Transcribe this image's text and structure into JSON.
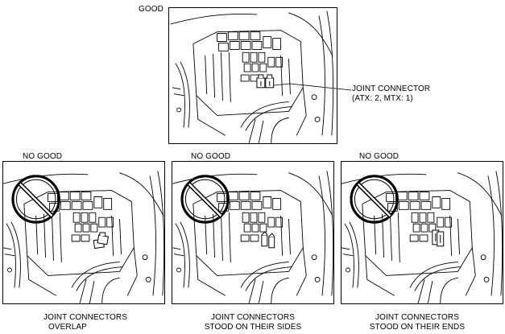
{
  "figure": {
    "top": {
      "status": "GOOD",
      "callout_line1": "JOINT CONNECTOR",
      "callout_line2": "(ATX: 2, MTX: 1)"
    },
    "bottom": [
      {
        "status": "NO GOOD",
        "caption_line1": "JOINT CONNECTORS",
        "caption_line2": "OVERLAP",
        "connector_state": "overlap"
      },
      {
        "status": "NO GOOD",
        "caption_line1": "JOINT CONNECTORS",
        "caption_line2": "STOOD ON THEIR SIDES",
        "connector_state": "sides"
      },
      {
        "status": "NO GOOD",
        "caption_line1": "JOINT CONNECTORS",
        "caption_line2": "STOOD ON THEIR ENDS",
        "connector_state": "ends"
      }
    ],
    "icons": {
      "prohibition": "prohibition-icon"
    }
  }
}
